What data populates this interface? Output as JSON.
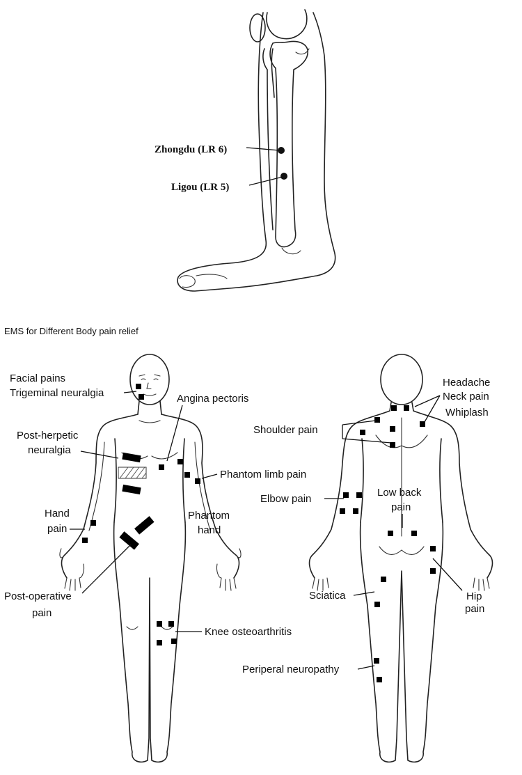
{
  "leg_diagram": {
    "points": [
      {
        "label": "Zhongdu (LR 6)"
      },
      {
        "label": "Ligou (LR 5)"
      }
    ]
  },
  "caption": "EMS for Different Body pain relief",
  "front_labels": {
    "facial_pains": "Facial pains",
    "trigeminal": "Trigeminal neuralgia",
    "angina": "Angina pectoris",
    "post_herpetic_1": "Post-herpetic",
    "post_herpetic_2": "neuralgia",
    "phantom_limb": "Phantom limb pain",
    "hand_pain_1": "Hand",
    "hand_pain_2": "pain",
    "phantom_hand_1": "Phantom",
    "phantom_hand_2": "hand",
    "post_operative_1": "Post-operative",
    "post_operative_2": "pain",
    "knee": "Knee osteoarthritis"
  },
  "back_labels": {
    "headache": "Headache",
    "neck_pain": "Neck pain",
    "whiplash": "Whiplash",
    "shoulder": "Shoulder pain",
    "elbow": "Elbow pain",
    "low_back_1": "Low back",
    "low_back_2": "pain",
    "sciatica": "Sciatica",
    "hip_1": "Hip",
    "hip_2": "pain",
    "periperal": "Periperal neuropathy"
  }
}
